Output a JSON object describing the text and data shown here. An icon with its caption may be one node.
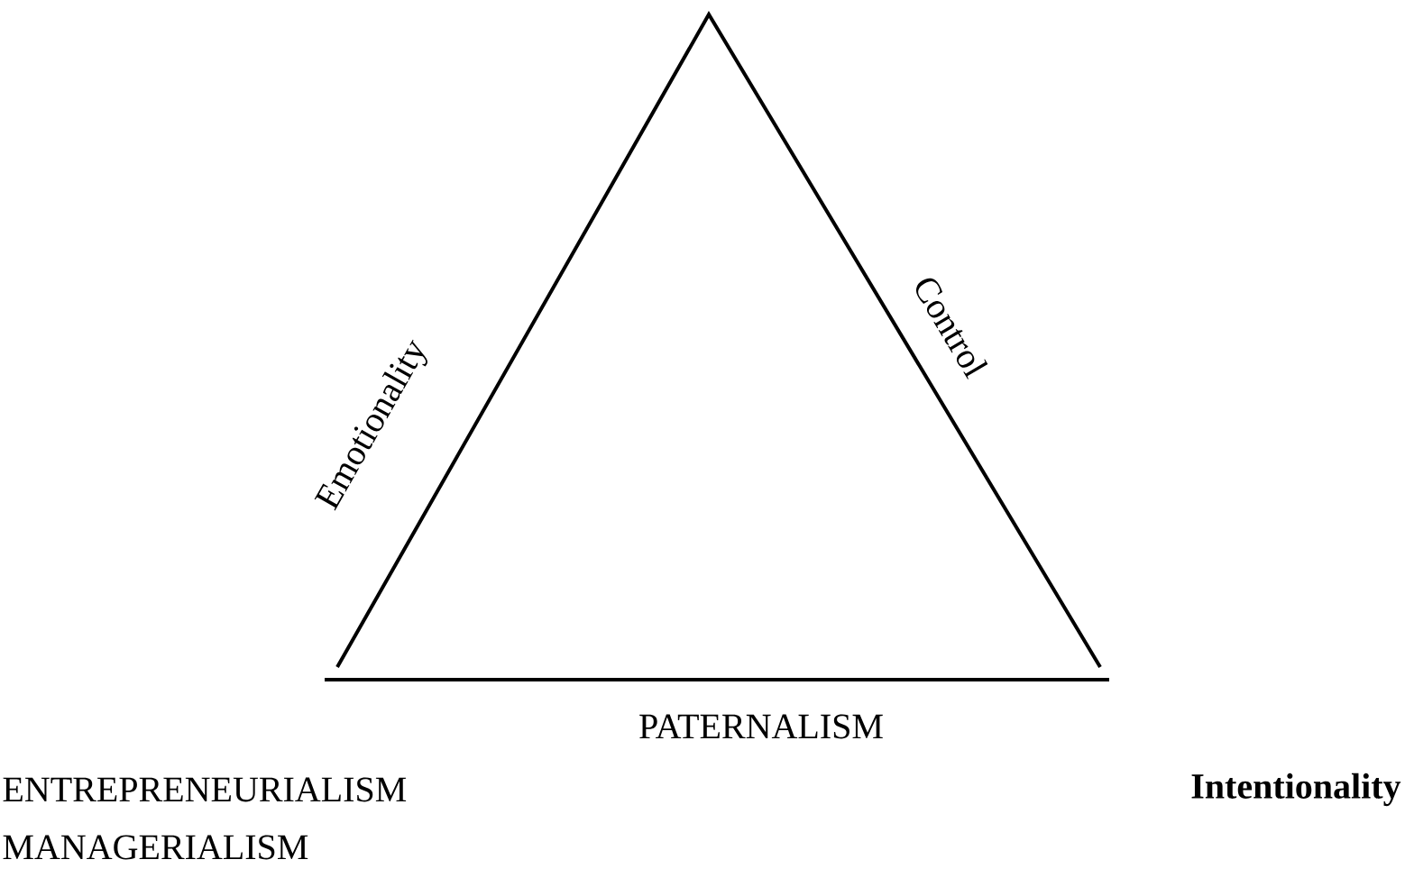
{
  "diagram": {
    "labels": [
      "Emotionality",
      "Control",
      "PATERNALISM",
      "ENTREPRENEURIALISM",
      "Intentionality",
      "MANAGERIALISM"
    ]
  }
}
